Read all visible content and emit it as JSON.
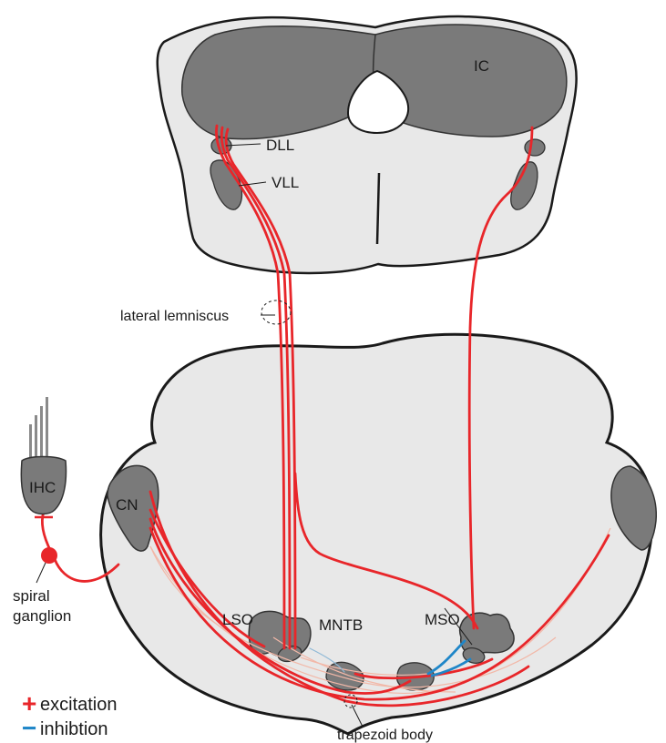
{
  "labels": {
    "ic": "IC",
    "dll": "DLL",
    "vll": "VLL",
    "lateral_lemniscus": "lateral lemniscus",
    "ihc": "IHC",
    "cn": "CN",
    "spiral_ganglion_line1": "spiral",
    "spiral_ganglion_line2": "ganglion",
    "lso": "LSO",
    "mntb": "MNTB",
    "mso": "MSO",
    "trapezoid_body": "trapezoid body"
  },
  "legend": {
    "excitation_symbol": "+",
    "excitation": "excitation",
    "inhibition_symbol": "−",
    "inhibition": "inhibtion"
  },
  "colors": {
    "excitation": "#e8262a",
    "inhibition": "#1f86c8",
    "tissue_fill": "#e8e8e8",
    "nucleus_fill": "#7a7a7a",
    "faint_fiber": "#f2b8a8"
  }
}
